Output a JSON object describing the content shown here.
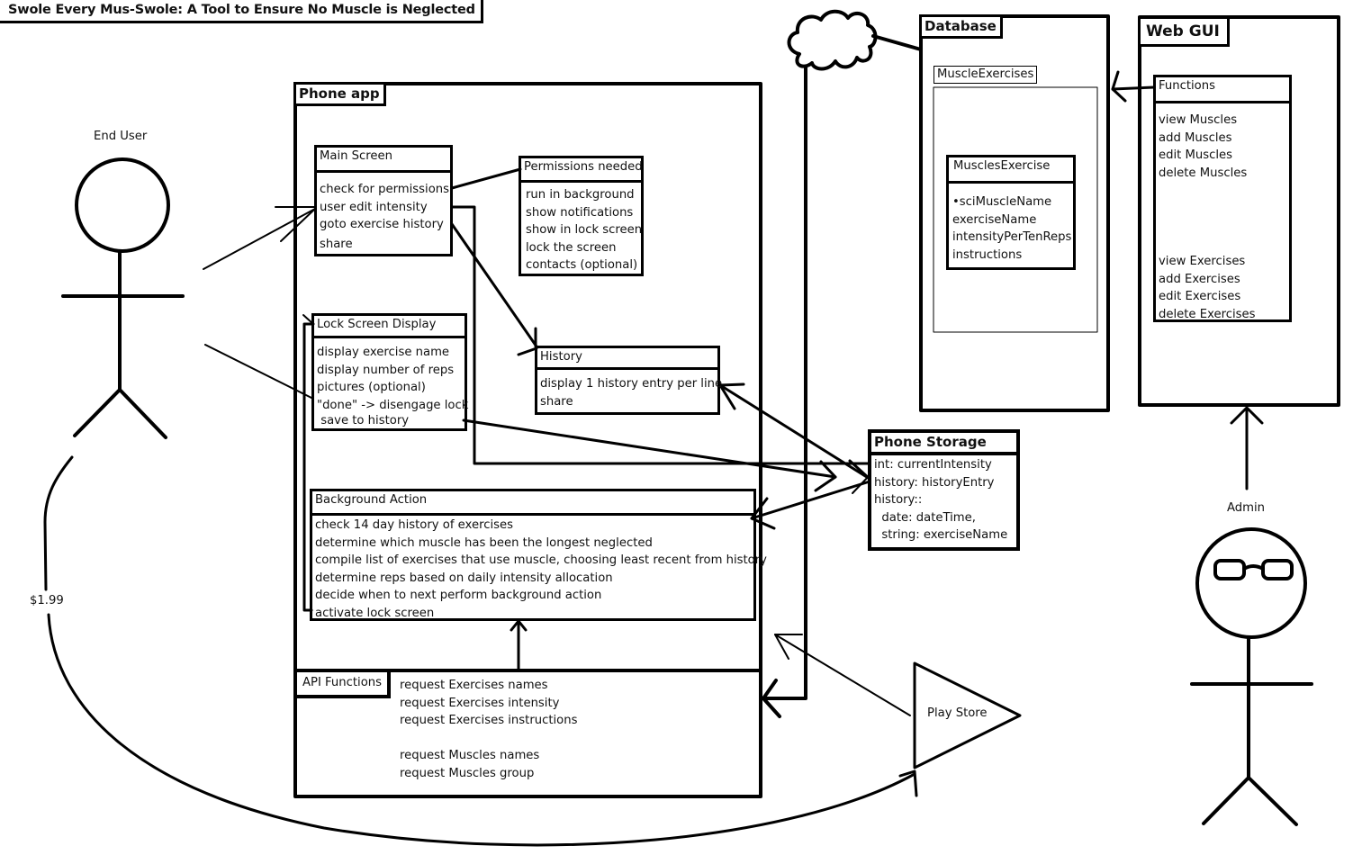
{
  "title": "Swole Every Mus-Swole: A Tool to Ensure No Muscle is Neglected",
  "actors": {
    "end_user": "End User",
    "admin": "Admin"
  },
  "price_label": "$1.99",
  "phone_app": {
    "label": "Phone app",
    "main_screen": {
      "header": "Main Screen",
      "items": [
        "check for permissions",
        "user edit intensity",
        "goto exercise history",
        "share"
      ]
    },
    "permissions": {
      "header": "Permissions needed",
      "items": [
        "run in background",
        "show notifications",
        "show in lock screen",
        "lock the screen",
        "contacts (optional)"
      ]
    },
    "lock_screen": {
      "header": "Lock Screen Display",
      "items": [
        "display exercise name",
        "display number of reps",
        "pictures (optional)",
        "\"done\" -> disengage lock",
        " save to history"
      ]
    },
    "history": {
      "header": "History",
      "items": [
        "display 1 history entry per line",
        "share"
      ]
    },
    "background_action": {
      "header": "Background Action",
      "items": [
        "check 14 day history of exercises",
        "determine which muscle has been the longest neglected",
        "compile list of exercises that use muscle, choosing least recent from history",
        "determine reps based on daily intensity allocation",
        "decide when to next perform background action",
        "activate lock screen"
      ]
    },
    "api_functions": {
      "label": "API Functions",
      "items": [
        "request Exercises names",
        "request Exercises intensity",
        "request Exercises instructions",
        "",
        "request Muscles names",
        "request Muscles group"
      ]
    }
  },
  "phone_storage": {
    "header": "Phone Storage",
    "items": [
      "int: currentIntensity",
      "history: historyEntry",
      "history::",
      "  date: dateTime,",
      "  string: exerciseName"
    ]
  },
  "play_store": {
    "label": "Play Store"
  },
  "database": {
    "label": "Database",
    "table_label": "MuscleExercises",
    "entity": {
      "header": "MusclesExercise",
      "items": [
        "•sciMuscleName",
        "exerciseName",
        "intensityPerTenReps",
        "instructions"
      ]
    }
  },
  "web_gui": {
    "label": "Web GUI",
    "functions": {
      "header": "Functions",
      "muscle_items": [
        "view Muscles",
        "add Muscles",
        "edit Muscles",
        "delete Muscles"
      ],
      "exercise_items": [
        "view Exercises",
        "add Exercises",
        "edit Exercises",
        "delete Exercises"
      ]
    }
  }
}
